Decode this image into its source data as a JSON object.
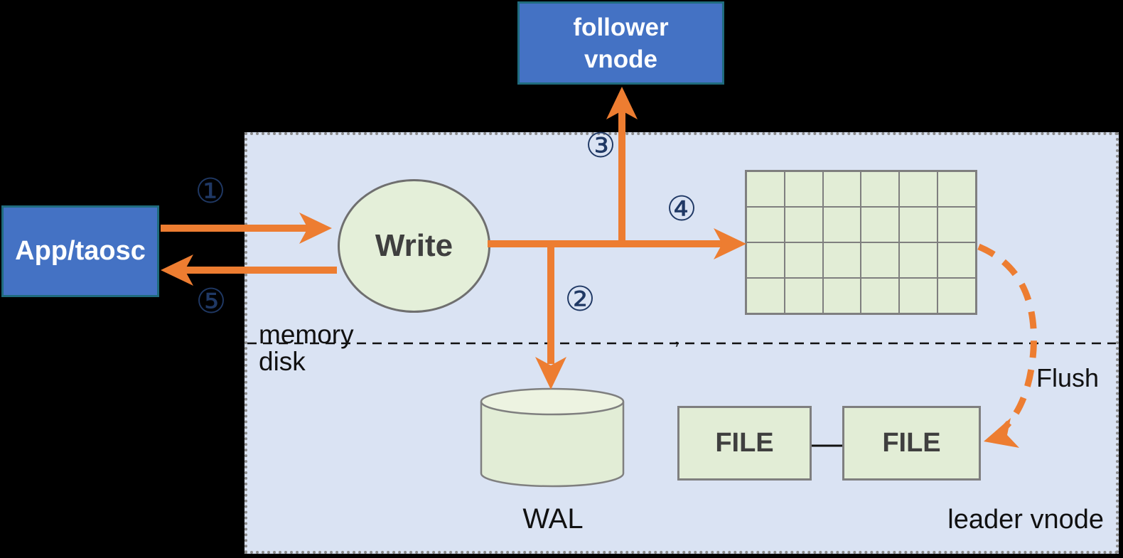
{
  "colors": {
    "background": "#000000",
    "panel_fill": "#DAE3F3",
    "panel_border": "#8A8A8A",
    "node_blue": "#4472C4",
    "node_blue_border": "#1F6B7D",
    "shape_green": "#E2EDD6",
    "shape_green_light": "#EDF3E1",
    "shape_border_gray": "#7F7F7F",
    "arrow_orange": "#ED7D31",
    "step_navy": "#1F3864",
    "dark_text": "#3F3F3F",
    "black_text": "#111111"
  },
  "boxes": {
    "follower_vnode": "follower\nvnode",
    "app_taosc": "App/taosc",
    "write": "Write",
    "wal": "WAL",
    "file_1": "FILE",
    "file_2": "FILE"
  },
  "labels": {
    "memory": "memory",
    "disk": "disk",
    "flush": "Flush",
    "leader_vnode": "leader vnode",
    "stray_mark": ","
  },
  "steps": [
    {
      "glyph": "①"
    },
    {
      "glyph": "②"
    },
    {
      "glyph": "③"
    },
    {
      "glyph": "④"
    },
    {
      "glyph": "⑤"
    }
  ],
  "memtable_grid": {
    "rows": 4,
    "cols": 6
  }
}
